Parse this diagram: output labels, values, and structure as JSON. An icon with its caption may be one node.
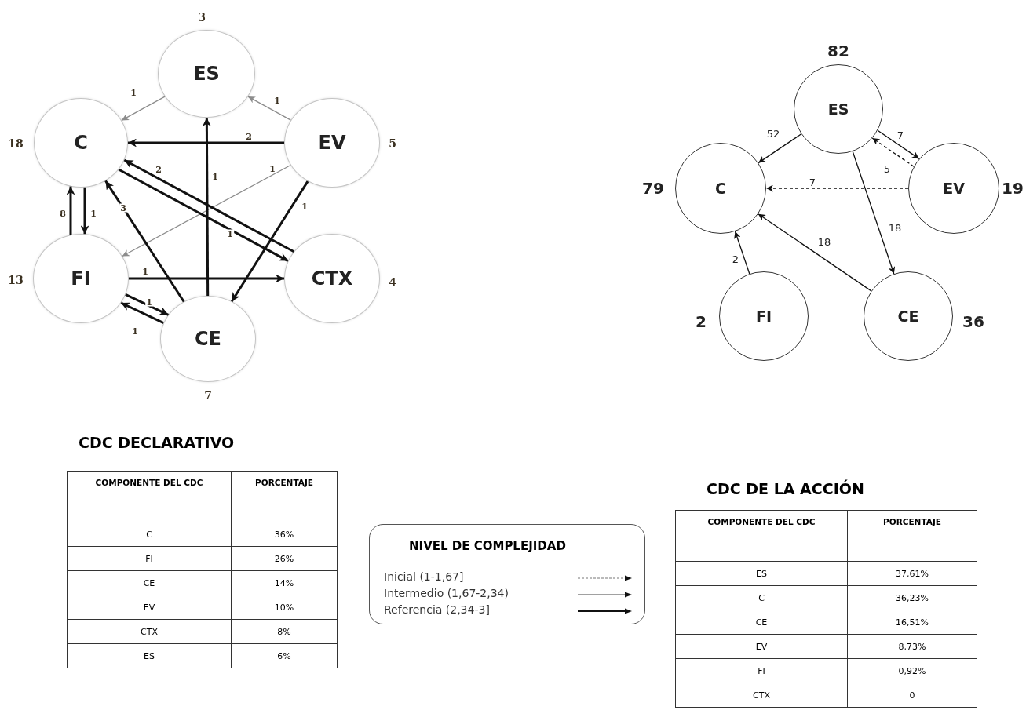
{
  "diagram": {
    "nodes": [
      {
        "text": [
          "ES"
        ],
        "beside": [
          "3"
        ]
      },
      {
        "text": [
          "C"
        ],
        "beside": [
          "18"
        ]
      },
      {
        "text": [
          "EV"
        ],
        "beside": [
          "5"
        ]
      },
      {
        "text": [
          "FI"
        ],
        "beside": [
          "13"
        ]
      },
      {
        "text": [
          "CTX"
        ],
        "beside": [
          "4"
        ]
      },
      {
        "text": [
          "CE"
        ],
        "beside": [
          "7"
        ]
      },
      {
        "text": [
          "ES"
        ],
        "beside": [
          "82"
        ]
      },
      {
        "text": [
          "C"
        ],
        "beside": [
          "79"
        ]
      },
      {
        "text": [
          "EV"
        ],
        "beside": [
          "19"
        ]
      },
      {
        "text": [
          "FI"
        ],
        "beside": [
          "2"
        ]
      },
      {
        "text": [
          "CE"
        ],
        "beside": [
          "36"
        ]
      }
    ],
    "edges": [
      {
        "from": 0,
        "to": 1,
        "arrow": "to",
        "label": "1",
        "color": "#8c8c8c"
      },
      {
        "from": 2,
        "to": 0,
        "arrow": "to",
        "label": "1",
        "color": "#8c8c8c"
      },
      {
        "from": 2,
        "to": 1,
        "arrow": "to",
        "label": "2"
      },
      {
        "from": 2,
        "to": 3,
        "arrow": "to",
        "label": "1",
        "color": "#8c8c8c"
      },
      {
        "from": 2,
        "to": 5,
        "arrow": "to",
        "label": "1"
      },
      {
        "from": 5,
        "to": 0,
        "arrow": "to",
        "label": "1"
      },
      {
        "from": 5,
        "to": 1,
        "arrow": "to",
        "label": "3"
      },
      {
        "from": 4,
        "to": 1,
        "arrow": "to",
        "label": "2"
      },
      {
        "from": 1,
        "to": 4,
        "arrow": "to",
        "label": "1"
      },
      {
        "from": 3,
        "to": 1,
        "arrow": "to",
        "label": "8"
      },
      {
        "from": 1,
        "to": 3,
        "arrow": "to",
        "label": "1"
      },
      {
        "from": 3,
        "to": 4,
        "arrow": "to",
        "label": "1"
      },
      {
        "from": 3,
        "to": 5,
        "arrow": "to",
        "label": "1"
      },
      {
        "from": 5,
        "to": 3,
        "arrow": "to",
        "label": "1"
      },
      {
        "from": 6,
        "to": 7,
        "arrow": "to",
        "label": "52"
      },
      {
        "from": 6,
        "to": 8,
        "arrow": "to",
        "label": "7"
      },
      {
        "from": 8,
        "to": 6,
        "arrow": "to",
        "label": "5",
        "style": "dashed"
      },
      {
        "from": 8,
        "to": 7,
        "arrow": "to",
        "label": "7",
        "style": "dashed"
      },
      {
        "from": 6,
        "to": 10,
        "arrow": "to",
        "label": "18"
      },
      {
        "from": 10,
        "to": 7,
        "arrow": "to",
        "label": "18"
      },
      {
        "from": 9,
        "to": 7,
        "arrow": "to",
        "label": "2"
      }
    ],
    "labels": [
      "CDC DECLARATIVO",
      "COMPONENTE DEL CDC",
      "PORCENTAJE",
      "C",
      "36%",
      "FI",
      "26%",
      "CE",
      "14%",
      "EV",
      "10%",
      "CTX",
      "8%",
      "ES",
      "6%",
      "NIVEL DE COMPLEJIDAD",
      "CDC DE LA ACCIÓN",
      "COMPONENTE DEL CDC",
      "PORCENTAJE",
      "ES",
      "37,61%",
      "C",
      "36,23%",
      "CE",
      "16,51%",
      "EV",
      "8,73%",
      "FI",
      "0,92%",
      "CTX",
      "0"
    ],
    "legend": [
      {
        "text": "Inicial (1-1,67]"
      },
      {
        "text": "Intermedio (1,67-2,34)"
      },
      {
        "text": "Referencia (2,34-3]"
      }
    ]
  }
}
